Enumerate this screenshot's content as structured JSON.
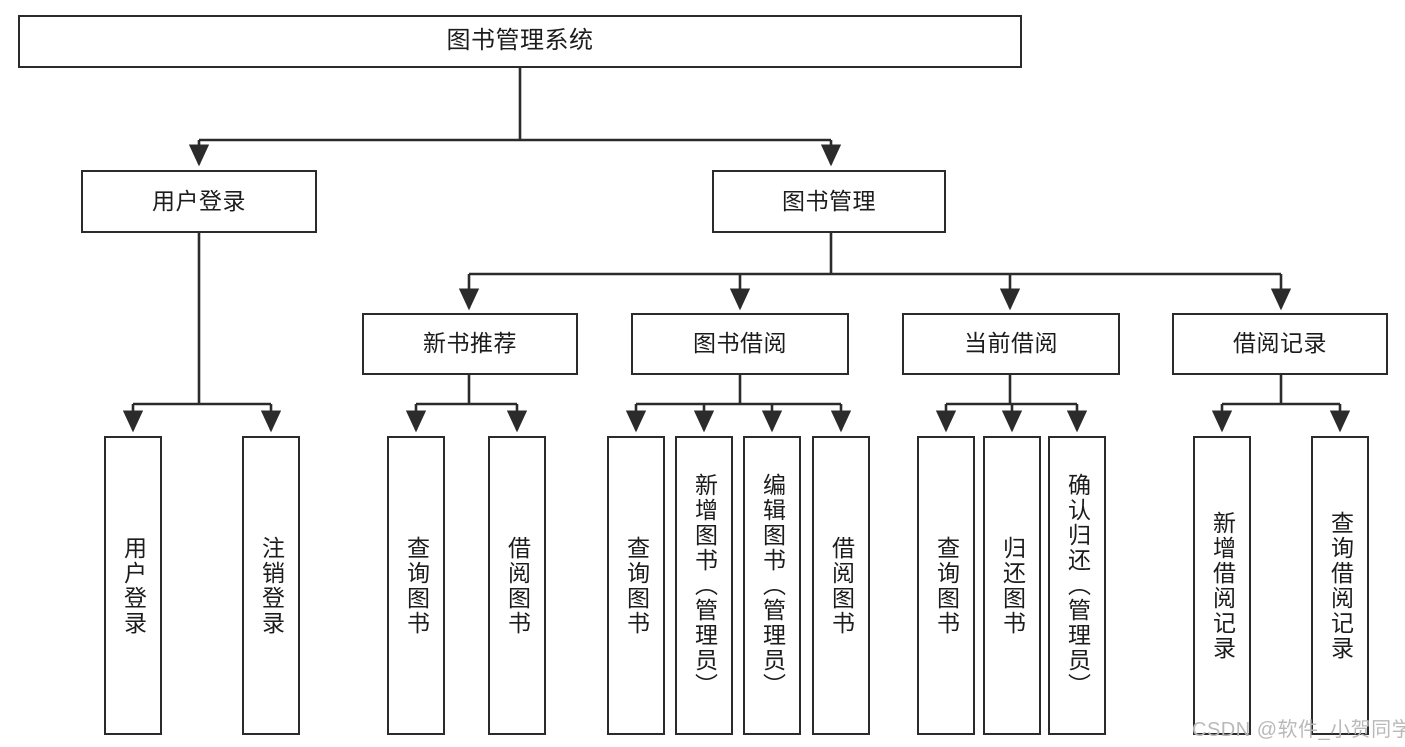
{
  "diagram": {
    "title": "图书管理系统",
    "type": "tree-hierarchy-chart",
    "colors": {
      "box_border": "#2b2b2b",
      "box_fill": "#ffffff",
      "edge": "#2b2b2b",
      "text": "#1c1c1c",
      "watermark": "#b9b9b9"
    },
    "nodes": {
      "root": {
        "label": "图书管理系统"
      },
      "level2": [
        {
          "id": "user-login",
          "label": "用户登录"
        },
        {
          "id": "book-management",
          "label": "图书管理"
        }
      ],
      "level3": [
        {
          "id": "new-book-recommend",
          "label": "新书推荐"
        },
        {
          "id": "book-borrow",
          "label": "图书借阅"
        },
        {
          "id": "current-borrow",
          "label": "当前借阅"
        },
        {
          "id": "borrow-record",
          "label": "借阅记录"
        }
      ],
      "leaves": {
        "user_login": [
          {
            "id": "leaf-user-login",
            "label": "用户登录"
          },
          {
            "id": "leaf-logout-login",
            "label": "注销登录"
          }
        ],
        "new_book_recommend": [
          {
            "id": "leaf-query-book-1",
            "label": "查询图书"
          },
          {
            "id": "leaf-borrow-book-1",
            "label": "借阅图书"
          }
        ],
        "book_borrow": [
          {
            "id": "leaf-query-book-2",
            "label": "查询图书"
          },
          {
            "id": "leaf-add-book",
            "label": "新增图书（管理员）"
          },
          {
            "id": "leaf-edit-book",
            "label": "编辑图书（管理员）"
          },
          {
            "id": "leaf-borrow-book-2",
            "label": "借阅图书"
          }
        ],
        "current_borrow": [
          {
            "id": "leaf-query-book-3",
            "label": "查询图书"
          },
          {
            "id": "leaf-return-book",
            "label": "归还图书"
          },
          {
            "id": "leaf-confirm-return",
            "label": "确认归还（管理员）"
          }
        ],
        "borrow_record": [
          {
            "id": "leaf-add-record",
            "label": "新增借阅记录"
          },
          {
            "id": "leaf-query-record",
            "label": "查询借阅记录"
          }
        ]
      }
    },
    "watermark": "CSDN @软件_小贺同学"
  }
}
